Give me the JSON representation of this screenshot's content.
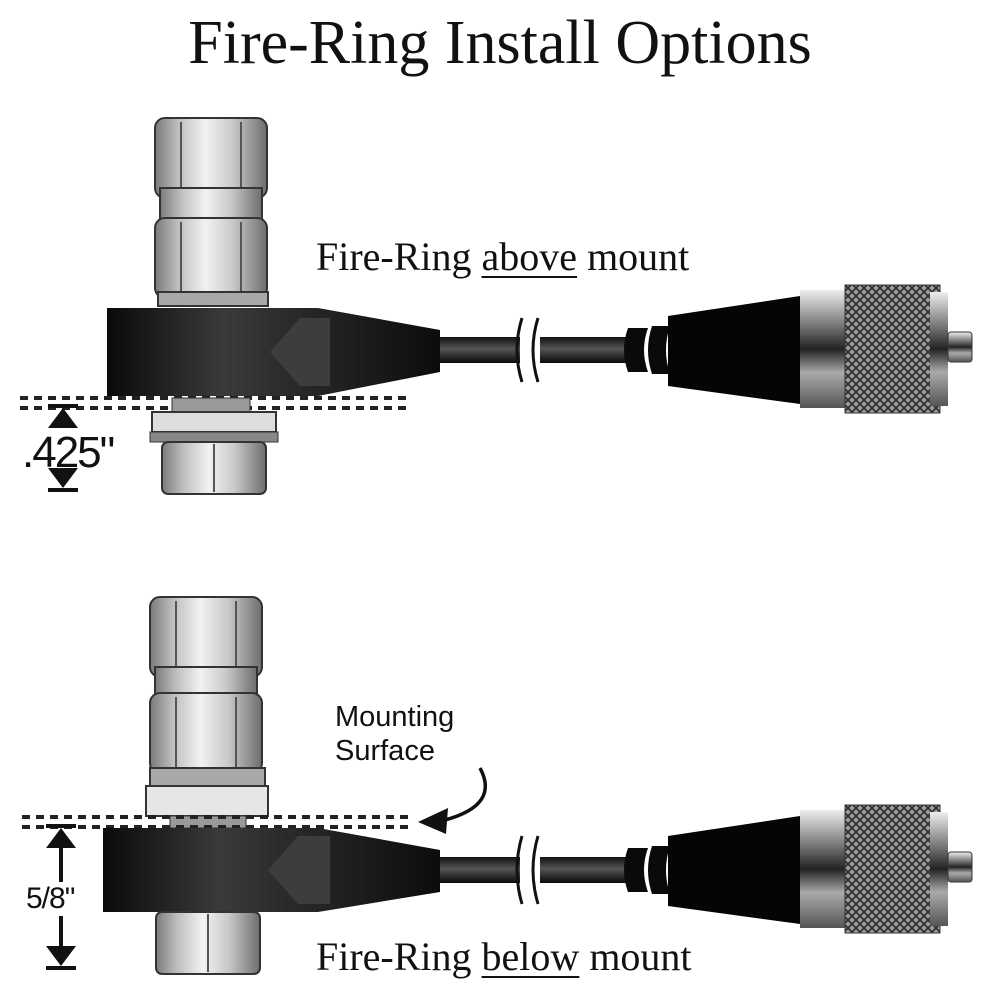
{
  "title": "Fire-Ring Install Options",
  "diagrams": [
    {
      "id": "above",
      "caption_prefix": "Fire-Ring ",
      "caption_emphasis": "above",
      "caption_suffix": " mount",
      "dimension_label": ".425\""
    },
    {
      "id": "below",
      "caption_prefix": "Fire-Ring ",
      "caption_emphasis": "below",
      "caption_suffix": " mount",
      "dimension_label": "5/8\"",
      "annotation_line1": "Mounting",
      "annotation_line2": "Surface"
    }
  ]
}
